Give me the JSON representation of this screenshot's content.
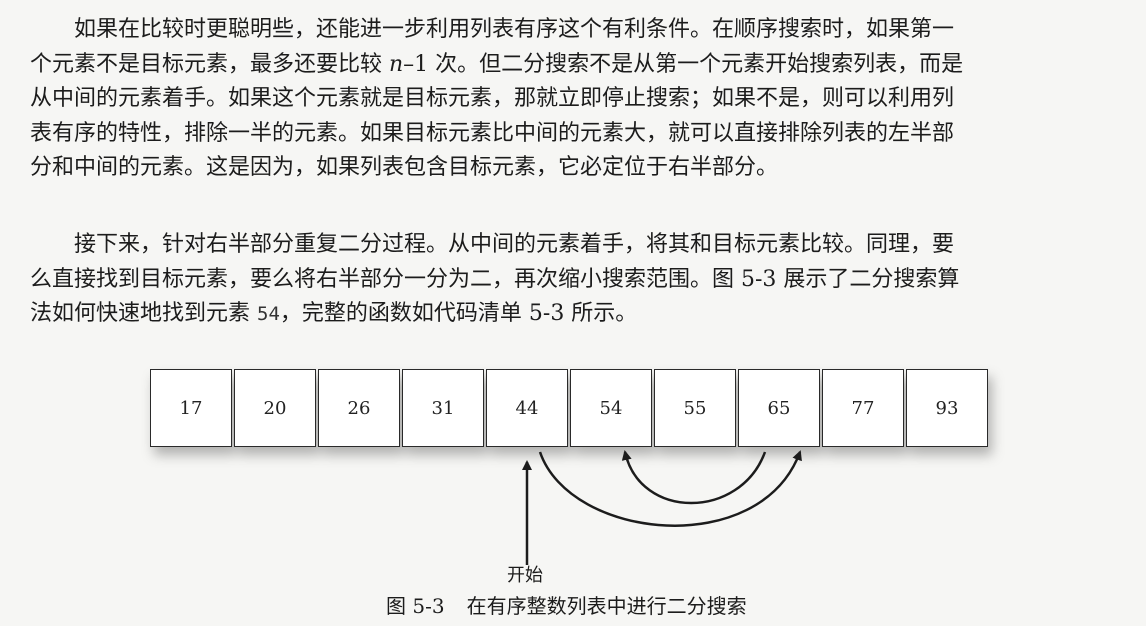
{
  "paragraph1": {
    "lines": [
      "如果在比较时更聪明些，还能进一步利用列表有序这个有利条件。在顺序搜索时，如果第一",
      "从中间的元素着手。如果这个元素就是目标元素，那就立即停止搜索；如果不是，则可以利用列",
      "表有序的特性，排除一半的元素。如果目标元素比中间的元素大，就可以直接排除列表的左半部",
      "分和中间的元素。这是因为，如果列表包含目标元素，它必定位于右半部分。"
    ],
    "line2": {
      "before": "个元素不是目标元素，最多还要比较 ",
      "italic": "n",
      "after": "–1 次。但二分搜索不是从第一个元素开始搜索列表，而是"
    }
  },
  "paragraph2": {
    "lines": [
      "接下来，针对右半部分重复二分过程。从中间的元素着手，将其和目标元素比较。同理，要",
      "么直接找到目标元素，要么将右半部分一分为二，再次缩小搜索范围。图 5-3 展示了二分搜索算"
    ],
    "line3": {
      "before": "法如何快速地找到元素 ",
      "code": "54",
      "after": "，完整的函数如代码清单 5-3 所示。"
    }
  },
  "figure": {
    "cells": [
      "17",
      "20",
      "26",
      "31",
      "44",
      "54",
      "55",
      "65",
      "77",
      "93"
    ],
    "start_label": "开始",
    "caption_number": "图 5-3",
    "caption_text": "在有序整数列表中进行二分搜索"
  }
}
